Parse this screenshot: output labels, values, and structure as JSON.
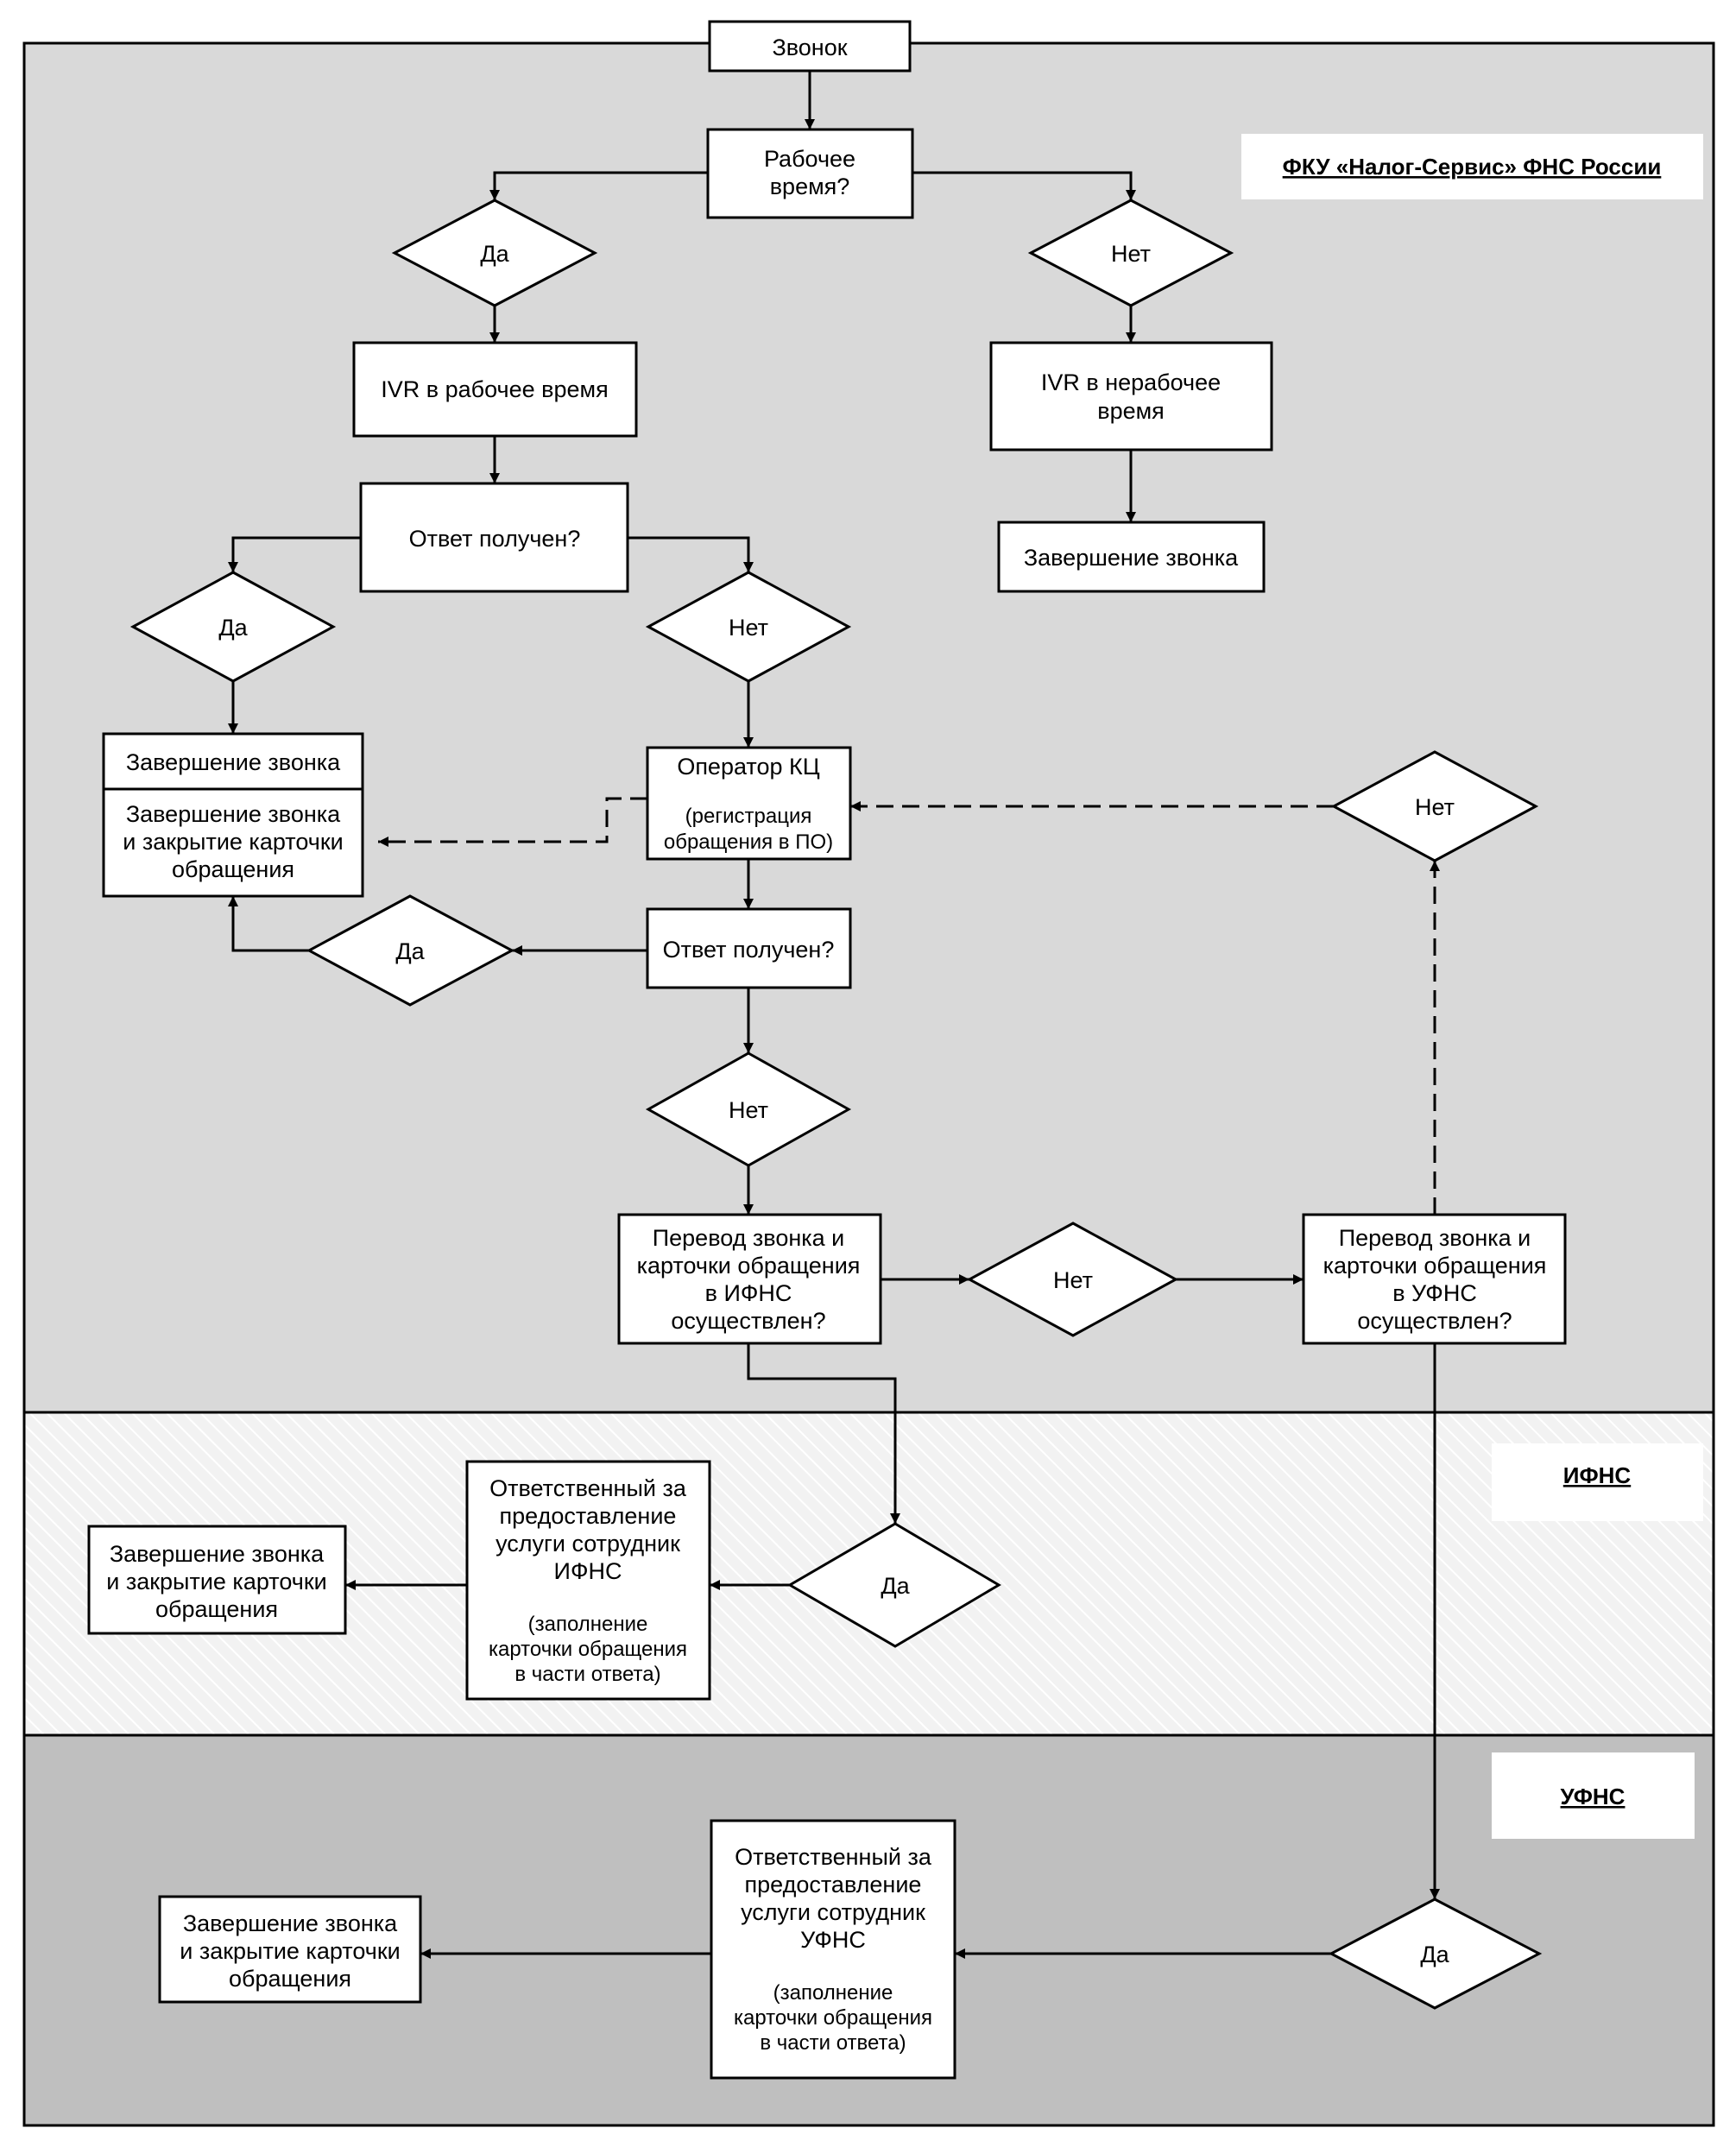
{
  "lanes": {
    "top": {
      "label": "ФКУ «Налог-Сервис» ФНС России",
      "fill": "#d9d9d9"
    },
    "middle": {
      "label": "ИФНС",
      "fill": "#f2f2f2"
    },
    "bottom": {
      "label": "УФНС",
      "fill": "#bfbfbf"
    }
  },
  "nodes": {
    "call": "Звонок",
    "work_time": [
      "Рабочее",
      "время?"
    ],
    "d_yes_1": "Да",
    "d_no_1": "Нет",
    "ivr_work": "IVR в рабочее время",
    "ivr_off": [
      "IVR в нерабочее",
      "время"
    ],
    "end_call_1": "Завершение звонка",
    "answer_1": "Ответ получен?",
    "d_yes_2": "Да",
    "d_no_2": "Нет",
    "end_box": {
      "header": "Завершение звонка",
      "body": [
        "Завершение звонка",
        "и закрытие карточки",
        "обращения"
      ]
    },
    "operator": {
      "title": "Оператор КЦ",
      "note": [
        "(регистрация",
        "обращения в ПО)"
      ]
    },
    "d_no_loop": "Нет",
    "answer_2": "Ответ получен?",
    "d_yes_3": "Да",
    "d_no_3": "Нет",
    "transfer_ifns": [
      "Перевод звонка и",
      "карточки обращения",
      "в ИФНС",
      "осуществлен?"
    ],
    "d_no_4": "Нет",
    "transfer_ufns": [
      "Перевод звонка и",
      "карточки обращения",
      "в УФНС",
      "осуществлен?"
    ],
    "d_yes_ifns": "Да",
    "resp_ifns": {
      "title": [
        "Ответственный за",
        "предоставление",
        "услуги сотрудник",
        "ИФНС"
      ],
      "note": [
        "(заполнение",
        "карточки обращения",
        "в части ответа)"
      ]
    },
    "end_ifns": [
      "Завершение звонка",
      "и закрытие карточки",
      "обращения"
    ],
    "d_yes_ufns": "Да",
    "resp_ufns": {
      "title": [
        "Ответственный за",
        "предоставление",
        "услуги сотрудник",
        "УФНС"
      ],
      "note": [
        "(заполнение",
        "карточки обращения",
        "в части ответа)"
      ]
    },
    "end_ufns": [
      "Завершение звонка",
      "и закрытие карточки",
      "обращения"
    ]
  }
}
